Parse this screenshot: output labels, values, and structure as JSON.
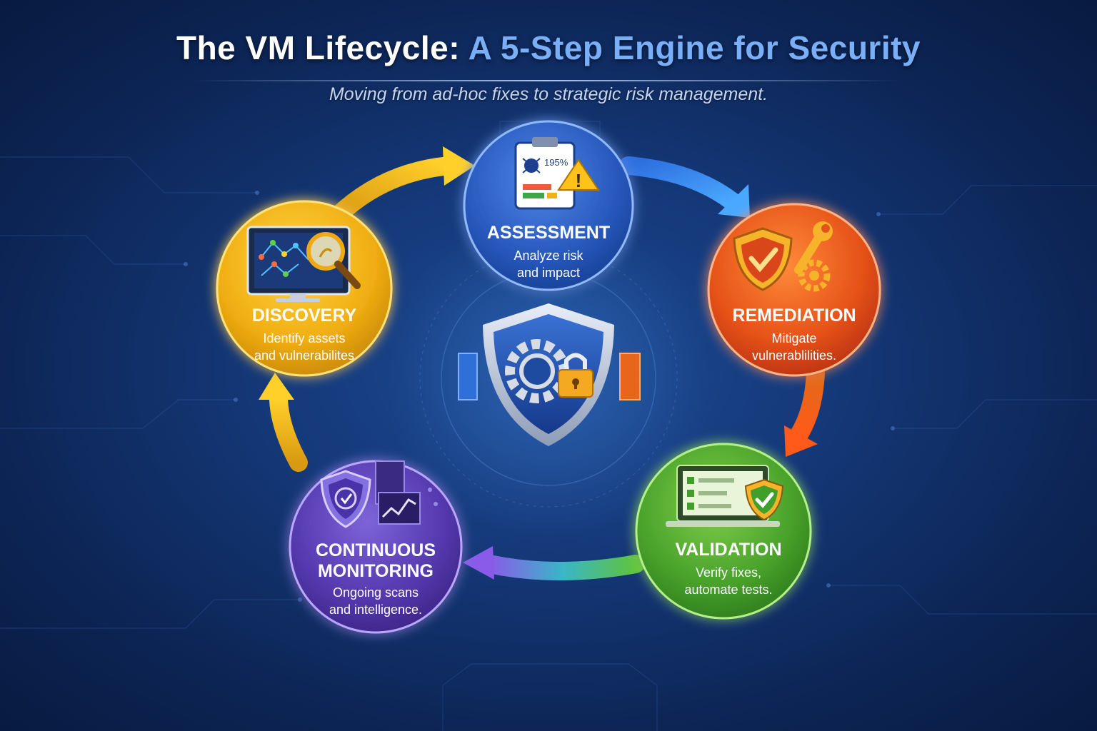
{
  "header": {
    "title_part1": "The VM Lifecycle: ",
    "title_part2": "A 5-Step Engine for Security",
    "subtitle": "Moving from ad-hoc fixes to strategic risk management."
  },
  "colors": {
    "background": "#0d2657",
    "title_accent": "#79aef8",
    "discovery": "#f0b818",
    "assessment": "#2f62c8",
    "remediation": "#e85a1c",
    "validation": "#4fa52c",
    "monitoring": "#5a3fb0"
  },
  "steps": [
    {
      "id": "assessment",
      "title": "ASSESSMENT",
      "desc_line1": "Analyze risk",
      "desc_line2": "and impact",
      "icon": "clipboard-report-warning-icon",
      "chart_label": "195%"
    },
    {
      "id": "remediation",
      "title": "REMEDIATION",
      "desc_line1": "Mitigate",
      "desc_line2": "vulnerablilities.",
      "icon": "shield-wrench-gear-icon"
    },
    {
      "id": "validation",
      "title": "VALIDATION",
      "desc_line1": "Verify fixes,",
      "desc_line2": "automate tests.",
      "icon": "laptop-checklist-shield-icon"
    },
    {
      "id": "monitoring",
      "title_line1": "CONTINUOUS",
      "title_line2": "MONITORING",
      "desc_line1": "Ongoing scans",
      "desc_line2": "and intelligence.",
      "icon": "shield-monitor-chart-icon"
    },
    {
      "id": "discovery",
      "title": "DISCOVERY",
      "desc_line1": "Identify assets",
      "desc_line2": "and vulnerabilites",
      "icon": "monitor-magnifier-icon"
    }
  ],
  "center": {
    "icon": "shield-gear-lock-icon"
  }
}
